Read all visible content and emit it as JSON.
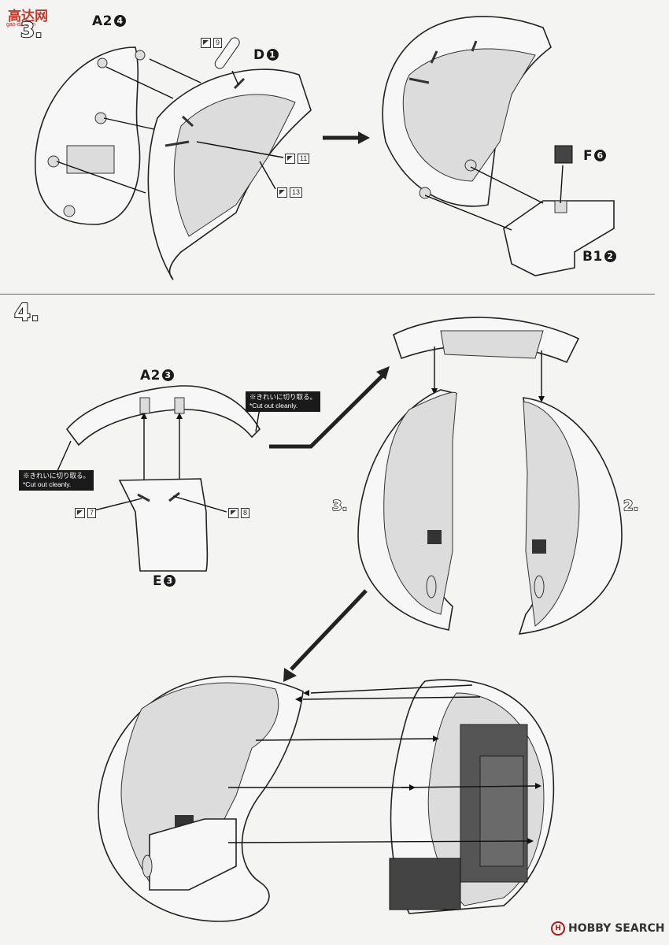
{
  "site_logo": {
    "chinese": "高达网",
    "domain": "gao-da.com"
  },
  "step_top": {
    "number": "3."
  },
  "step_main": {
    "number": "4."
  },
  "labels": {
    "a2_4": {
      "letter": "A2",
      "num": "4"
    },
    "d1": {
      "letter": "D",
      "num": "1"
    },
    "f6": {
      "letter": "F",
      "num": "6"
    },
    "b1_2": {
      "letter": "B1",
      "num": "2"
    },
    "a2_3": {
      "letter": "A2",
      "num": "3"
    },
    "e3": {
      "letter": "E",
      "num": "3"
    }
  },
  "stickers": {
    "s9": "9",
    "s11": "11",
    "s13": "13",
    "s7": "7",
    "s8": "8"
  },
  "notes": {
    "cut_right": {
      "jp": "※きれいに切り取る。",
      "en": "*Cut out cleanly."
    },
    "cut_left": {
      "jp": "※きれいに切り取る。",
      "en": "*Cut out cleanly."
    }
  },
  "subassembly": {
    "left": "3.",
    "right": "2."
  },
  "watermark": {
    "icon": "H",
    "text": "HOBBY SEARCH"
  }
}
